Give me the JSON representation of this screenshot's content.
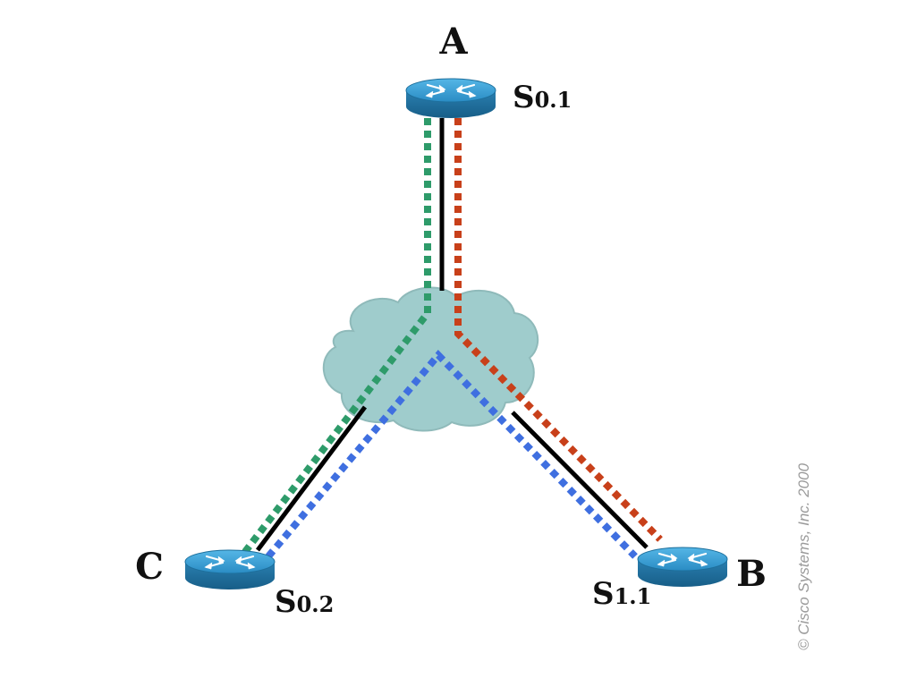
{
  "nodes": {
    "a": {
      "label": "A",
      "interface_main": "S",
      "interface_sub": "0.1"
    },
    "b": {
      "label": "B",
      "interface_main": "S",
      "interface_sub": "1.1"
    },
    "c": {
      "label": "C",
      "interface_main": "S",
      "interface_sub": "0.2"
    }
  },
  "copyright": "© Cisco Systems, Inc. 2000",
  "colors": {
    "physical_link": "#000000",
    "circuit_a_c": "#2e9b6a",
    "circuit_a_b": "#c8401a",
    "circuit_b_c": "#3f6fe0",
    "cloud_fill": "#9fcccc",
    "cloud_stroke": "#8fbaba",
    "router_top": "#2f97cf",
    "router_side": "#1d6f9c",
    "router_arrows": "#ffffff"
  },
  "icons": {
    "router": "router-icon",
    "cloud": "frame-relay-cloud-icon"
  }
}
